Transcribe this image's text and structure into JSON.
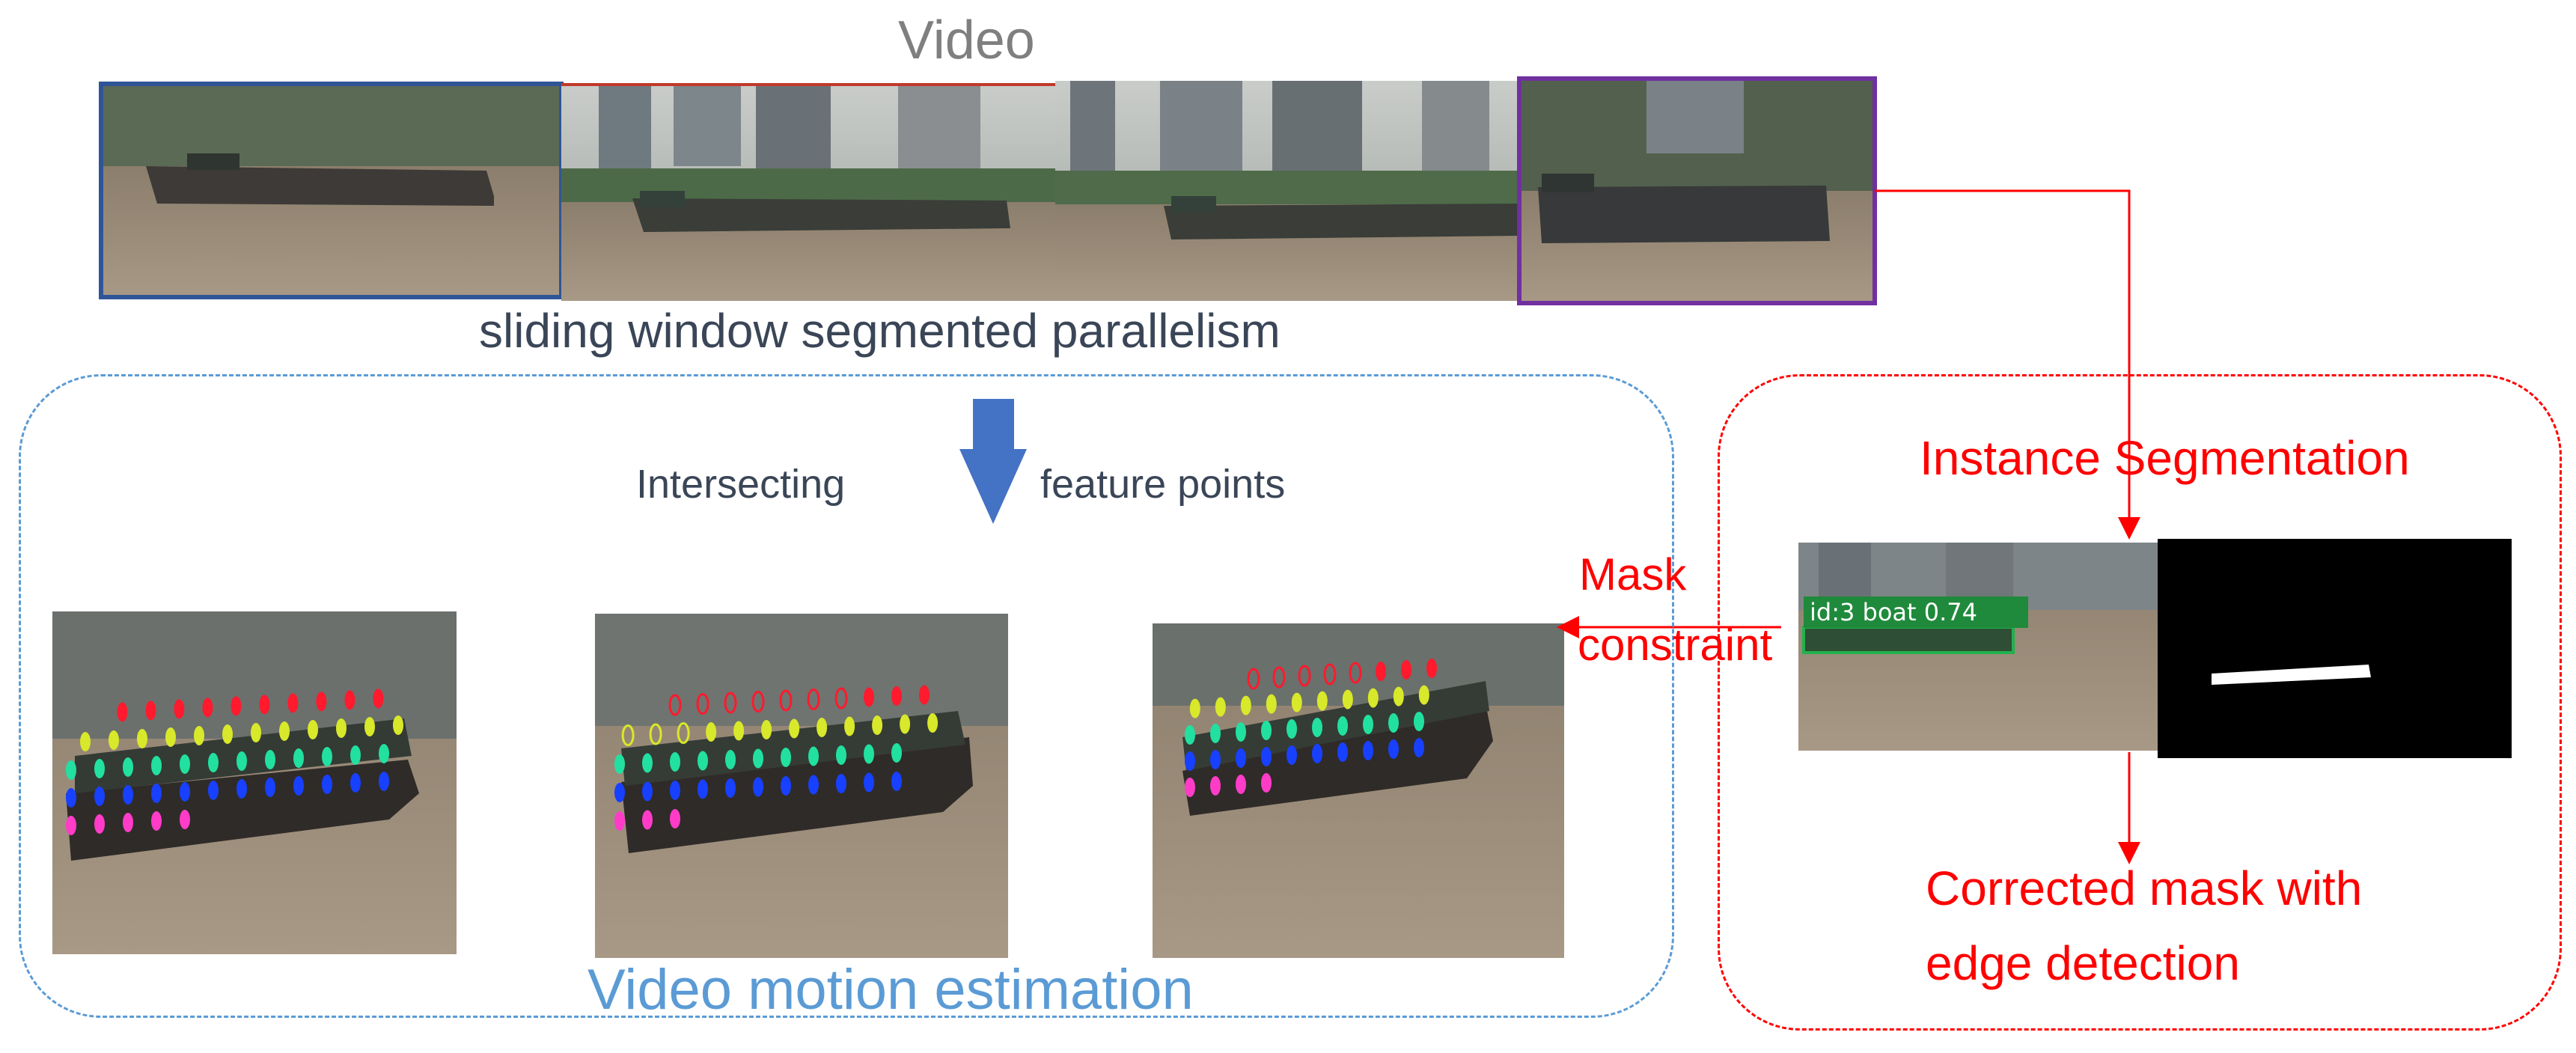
{
  "video_title": "Video",
  "strip_caption": "sliding window segmented parallelism",
  "motion_section": {
    "intersecting_label": "Intersecting",
    "feature_points_label": "feature points",
    "footer_label": "Video motion estimation"
  },
  "segmentation_section": {
    "title": "Instance  Segmentation",
    "detection_label": "id:3 boat 0.74",
    "corrected_line1": "Corrected mask with",
    "corrected_line2": "edge detection"
  },
  "mask_constraint": {
    "line1": "Mask",
    "line2": "constraint"
  },
  "colors": {
    "accent_blue": "#5b9bd5",
    "annotation_red": "#ff0000",
    "text_dark": "#3a4657",
    "title_gray": "#7f7f7f",
    "arrow_blue": "#4472c4",
    "frame_blue": "#2f5597",
    "frame_purple": "#7030a0",
    "detection_green": "#1f8a3b"
  },
  "feature_point_colors": [
    "#ff1a2e",
    "#d8e82a",
    "#22e0a0",
    "#1840ff",
    "#ff3cc8"
  ]
}
